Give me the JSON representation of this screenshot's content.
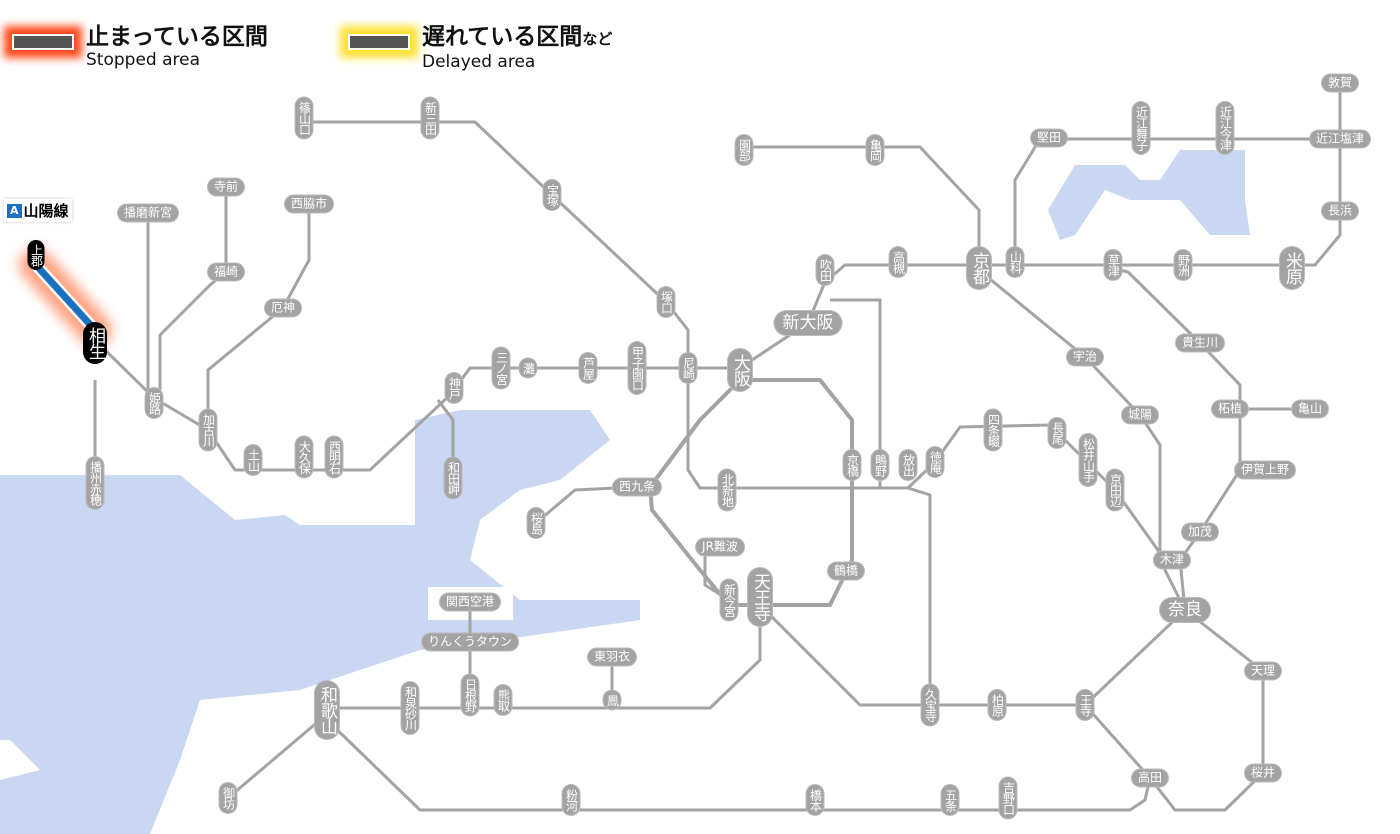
{
  "legend": {
    "stopped": {
      "ja": "止まっている区間",
      "en": "Stopped area",
      "color": "#ff4a1a"
    },
    "delayed": {
      "ja": "遅れている区間",
      "ja_suffix": "など",
      "en": "Delayed area",
      "color": "#ffe033"
    }
  },
  "line_badge": {
    "letter": "A",
    "name": "山陽線",
    "color": "#1d6fc0"
  },
  "affected_section": {
    "from": "上郡",
    "to": "相生",
    "status": "stopped",
    "line_color": "#1d6fc0"
  },
  "colors": {
    "line": "#a3a3a3",
    "water": "#c9d7f2"
  },
  "stations": [
    "篠山口",
    "新三田",
    "宝塚",
    "塚口",
    "尼崎",
    "甲子園口",
    "芦屋",
    "灘",
    "三ノ宮",
    "神戸",
    "和田岬",
    "西明石",
    "大久保",
    "土山",
    "加古川",
    "厄神",
    "西脇市",
    "寺前",
    "福崎",
    "播磨新宮",
    "姫路",
    "相生",
    "上郡",
    "播州赤穂",
    "園部",
    "亀岡",
    "京都",
    "山科",
    "堅田",
    "近江舞子",
    "近江今津",
    "近江塩津",
    "敦賀",
    "長浜",
    "米原",
    "野洲",
    "草津",
    "貴生川",
    "柘植",
    "亀山",
    "伊賀上野",
    "加茂",
    "木津",
    "奈良",
    "天理",
    "桜井",
    "高田",
    "王寺",
    "柏原",
    "久宝寺",
    "放出",
    "鴫野",
    "京橋",
    "北新地",
    "大阪",
    "新大阪",
    "吹田",
    "高槻",
    "宇治",
    "城陽",
    "京田辺",
    "松井山手",
    "長尾",
    "四条畷",
    "徳庵",
    "西九条",
    "桜島",
    "JR難波",
    "新今宮",
    "天王寺",
    "鶴橋",
    "関西空港",
    "りんくうタウン",
    "日根野",
    "熊取",
    "東羽衣",
    "鳳",
    "和泉砂川",
    "和歌山",
    "御坊",
    "粉河",
    "橋本",
    "五条",
    "吉野口"
  ]
}
